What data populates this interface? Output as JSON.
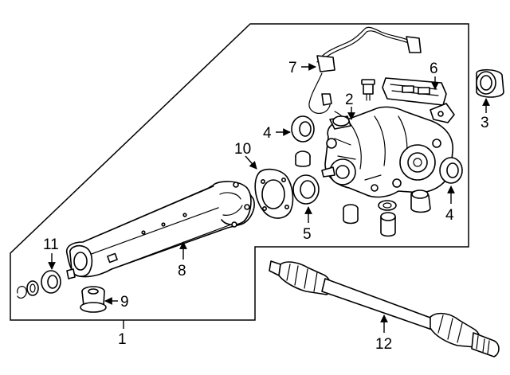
{
  "callouts": {
    "c1": "1",
    "c2": "2",
    "c3": "3",
    "c4a": "4",
    "c4b": "4",
    "c5": "5",
    "c6": "6",
    "c7": "7",
    "c8": "8",
    "c9": "9",
    "c10": "10",
    "c11": "11",
    "c12": "12"
  },
  "icons": {
    "arrowhead": "filled-triangle-arrow"
  }
}
